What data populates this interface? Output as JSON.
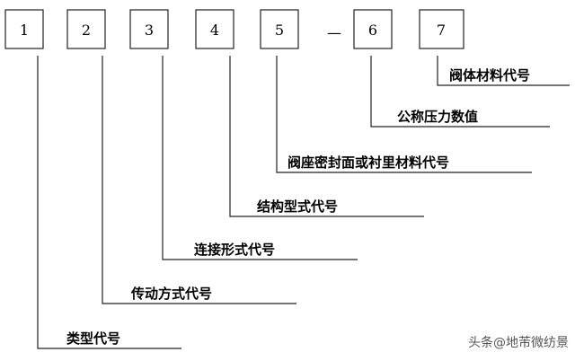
{
  "boxes": [
    "1",
    "2",
    "3",
    "4",
    "5",
    "6",
    "7"
  ],
  "separator": "—",
  "labels": {
    "l1": "类型代号",
    "l2": "传动方式代号",
    "l3": "连接形式代号",
    "l4": "结构型式代号",
    "l5": "阀座密封面或衬里材料代号",
    "l6": "公称压力数值",
    "l7": "阀体材料代号"
  },
  "watermark": "头条@地芾微纺景"
}
